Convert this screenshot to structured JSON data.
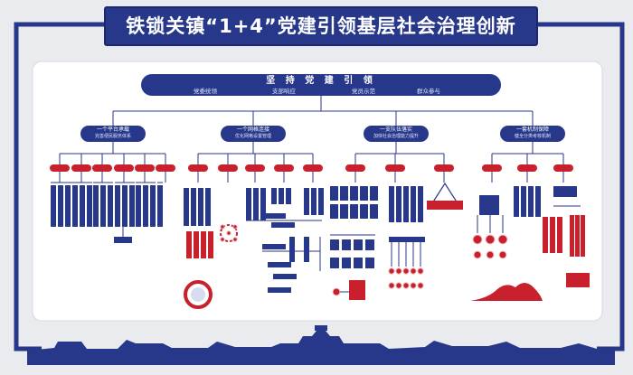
{
  "title": "铁锁关镇“1+4”党建引领基层社会治理创新",
  "top": {
    "label": "坚 持 党 建 引 领",
    "subs": [
      "党委统领",
      "支部响应",
      "党员示范",
      "群众参与"
    ]
  },
  "branches": [
    {
      "label": "一个平台承载",
      "sub": "完善便民服务体系"
    },
    {
      "label": "一个网格连接",
      "sub": "优化网格设置管理"
    },
    {
      "label": "一支队伍落实",
      "sub": "加快社会治理能力提升"
    },
    {
      "label": "一套机制保障",
      "sub": "健全分类考核机制"
    }
  ],
  "colors": {
    "navy": "#27378a",
    "red": "#c8202d",
    "panel": "#ffffff",
    "wall": "#e9ebee"
  }
}
